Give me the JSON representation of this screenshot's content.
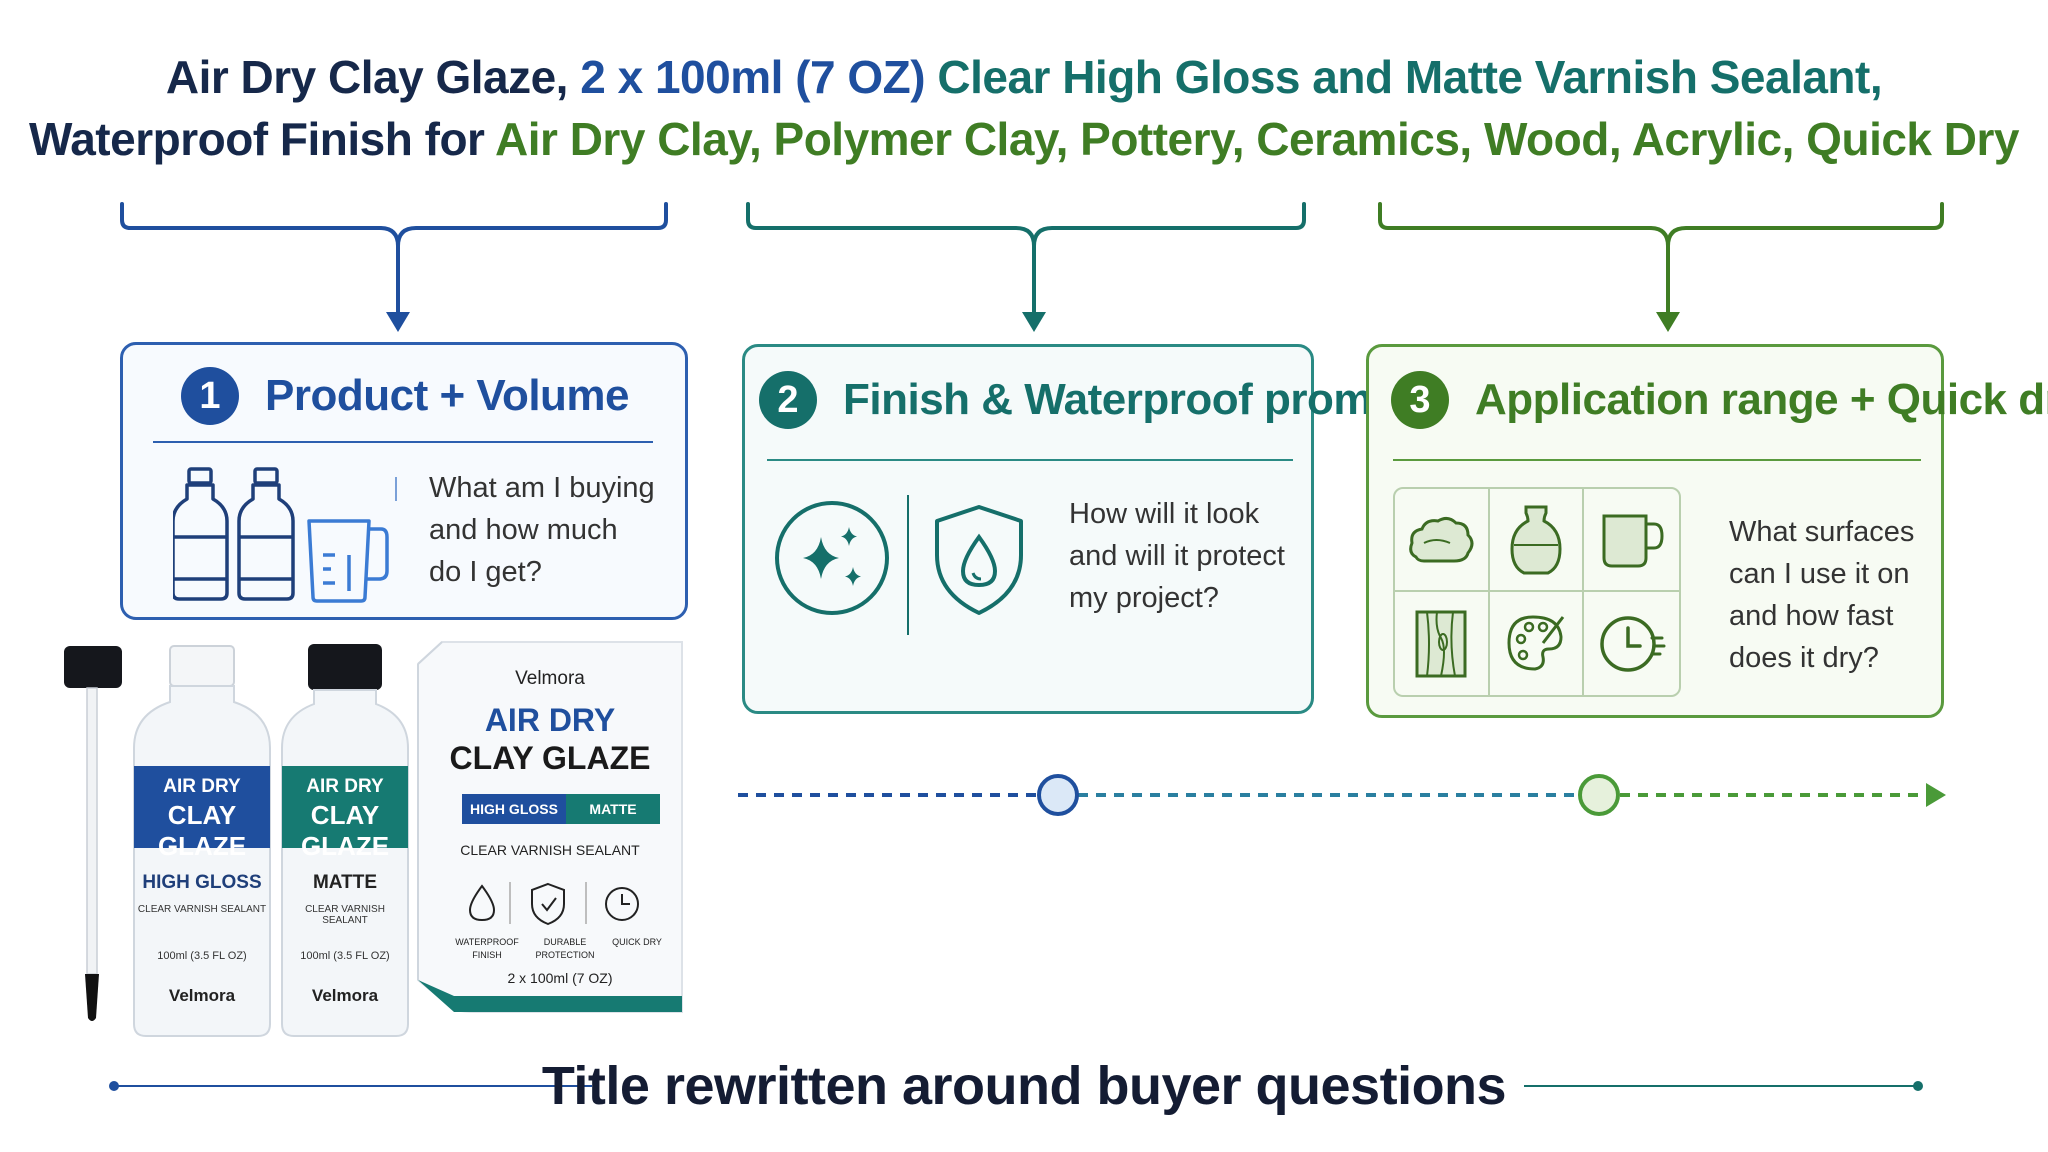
{
  "title": {
    "line1": {
      "part_navy": "Air Dry Clay Glaze, ",
      "part_blue": "2 x 100ml (7 OZ) ",
      "part_teal": "Clear High Gloss and Matte Varnish Sealant,"
    },
    "line2": {
      "part_navy": "Waterproof Finish ",
      "part_navy2": "for ",
      "part_green": "Air Dry Clay, Polymer Clay, Pottery, Ceramics, Wood, Acrylic, Quick Dry"
    }
  },
  "cards": [
    {
      "number": "1",
      "heading": "Product + Volume",
      "question_lines": [
        "What am I buying",
        "and how much",
        "do I get?"
      ],
      "icons": [
        "bottle-icon",
        "bottle-icon",
        "measuring-cup-icon"
      ]
    },
    {
      "number": "2",
      "heading": "Finish & Waterproof promise",
      "question_lines": [
        "How will it look",
        "and will it protect",
        "my project?"
      ],
      "icons": [
        "sparkle-icon",
        "shield-drop-icon"
      ]
    },
    {
      "number": "3",
      "heading": "Application range + Quick dry",
      "question_lines": [
        "What surfaces",
        "can I use it on",
        "and how fast",
        "does it dry?"
      ],
      "icons": [
        "clay-icon",
        "vase-icon",
        "mug-icon",
        "wood-icon",
        "palette-icon",
        "clock-icon"
      ]
    }
  ],
  "product": {
    "bottle_gloss": {
      "line1": "AIR DRY",
      "line2": "CLAY GLAZE",
      "finish": "HIGH GLOSS",
      "desc": "CLEAR VARNISH SEALANT",
      "volume": "100ml (3.5 FL OZ)",
      "brand": "Velmora"
    },
    "bottle_matte": {
      "line1": "AIR DRY",
      "line2": "CLAY GLAZE",
      "finish": "MATTE",
      "desc": "CLEAR VARNISH SEALANT",
      "volume": "100ml (3.5 FL OZ)",
      "brand": "Velmora"
    },
    "box": {
      "brand": "Velmora",
      "line1": "AIR DRY",
      "line2": "CLAY GLAZE",
      "tag_gloss": "HIGH GLOSS",
      "tag_matte": "MATTE",
      "desc": "CLEAR VARNISH SEALANT",
      "features": [
        {
          "label1": "WATERPROOF",
          "label2": "FINISH"
        },
        {
          "label1": "DURABLE",
          "label2": "PROTECTION"
        },
        {
          "label1": "QUICK DRY",
          "label2": ""
        }
      ],
      "volume": "2 x 100ml (7 OZ)"
    }
  },
  "footer": {
    "text": "Title rewritten around buyer questions"
  },
  "colors": {
    "navy": "#16284a",
    "blue": "#1f4f9e",
    "teal": "#156f6a",
    "green": "#3f7d24"
  }
}
